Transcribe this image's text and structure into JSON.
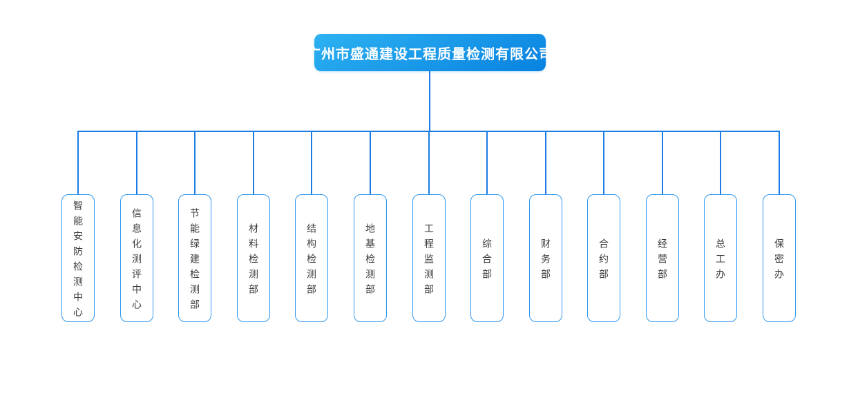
{
  "colors": {
    "root_gradient_start": "#2eb2f2",
    "root_gradient_end": "#0882e0",
    "root_text": "#ffffff",
    "connector": "#1b7ce4",
    "box_border": "#2e97f0",
    "box_background": "#ffffff",
    "department_text": "#3a3a3a",
    "page_background": "#ffffff"
  },
  "root": {
    "title": "广州市盛通建设工程质量检测有限公司"
  },
  "departments": [
    {
      "name": "智能安防检测中心"
    },
    {
      "name": "信息化测评中心"
    },
    {
      "name": "节能绿建检测部"
    },
    {
      "name": "材料检测部"
    },
    {
      "name": "结构检测部"
    },
    {
      "name": "地基检测部"
    },
    {
      "name": "工程监测部"
    },
    {
      "name": "综合部"
    },
    {
      "name": "财务部"
    },
    {
      "name": "合约部"
    },
    {
      "name": "经营部"
    },
    {
      "name": "总工办"
    },
    {
      "name": "保密办"
    }
  ],
  "diagram": {
    "type": "org-chart",
    "root": "广州市盛通建设工程质量检测有限公司",
    "children_of_root": [
      "智能安防检测中心",
      "信息化测评中心",
      "节能绿建检测部",
      "材料检测部",
      "结构检测部",
      "地基检测部",
      "工程监测部",
      "综合部",
      "财务部",
      "合约部",
      "经营部",
      "总工办",
      "保密办"
    ]
  }
}
